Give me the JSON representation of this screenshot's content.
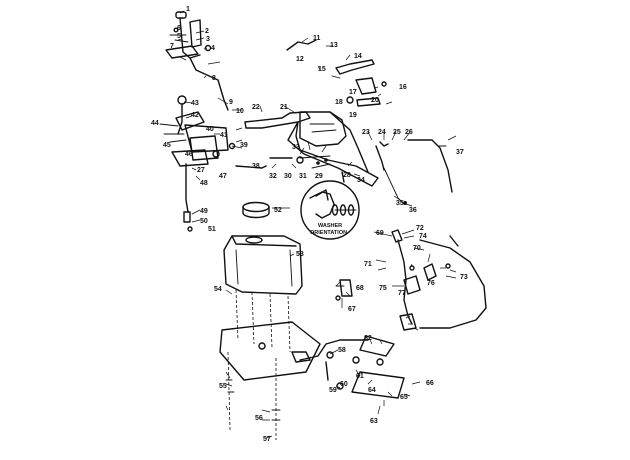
{
  "diagram": {
    "washer_label_line1": "WASHER",
    "washer_label_line2": "ORIENTATION",
    "callouts": [
      "1",
      "2",
      "3",
      "4",
      "5",
      "6",
      "7",
      "8",
      "9",
      "10",
      "11",
      "12",
      "13",
      "14",
      "15",
      "16",
      "17",
      "18",
      "19",
      "20",
      "21",
      "22",
      "23",
      "24",
      "25",
      "26",
      "27",
      "28",
      "29",
      "30",
      "31",
      "32",
      "33",
      "34",
      "35",
      "36",
      "37",
      "38",
      "39",
      "40",
      "41",
      "42",
      "43",
      "44",
      "45",
      "46",
      "47",
      "48",
      "49",
      "50",
      "51",
      "52",
      "53",
      "54",
      "55",
      "56",
      "57",
      "58",
      "59",
      "60",
      "61",
      "62",
      "63",
      "64",
      "65",
      "66",
      "67",
      "68",
      "69",
      "70",
      "71",
      "72",
      "73",
      "74",
      "75",
      "76",
      "77"
    ],
    "colors": {
      "line": "#111111",
      "background": "#ffffff"
    }
  }
}
